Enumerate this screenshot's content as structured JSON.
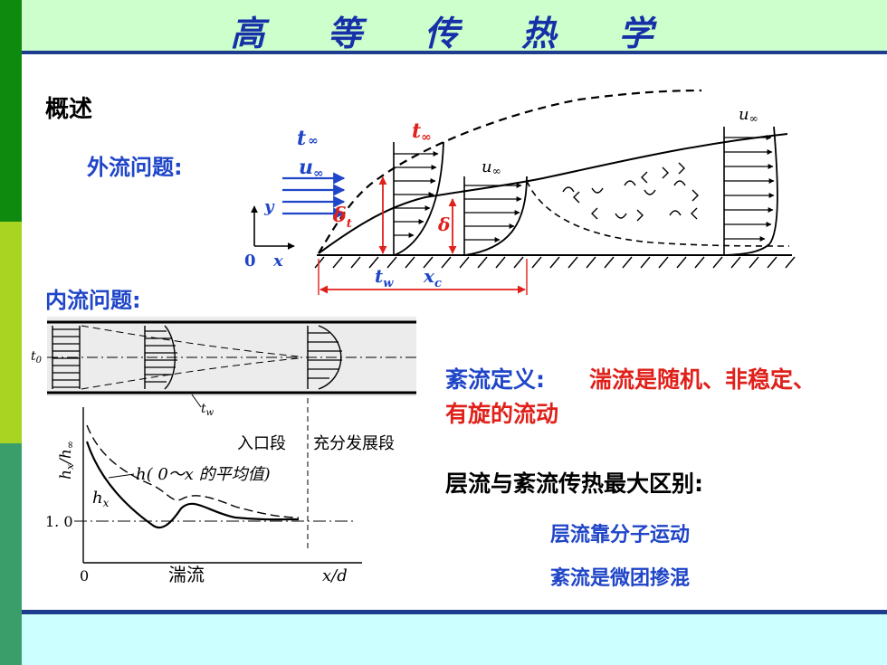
{
  "slide": {
    "title": "高 等 传 热 学",
    "overview_heading": "概述",
    "external_flow_label": "外流问题:",
    "internal_flow_label": "内流问题:",
    "turbulence_definition_label": "紊流定义:",
    "turbulence_definition_text": "湍流是随机、非稳定、",
    "turbulence_definition_text2": "有旋的流动",
    "difference_heading": "层流与紊流传热最大区别:",
    "laminar_note": "层流靠分子运动",
    "turbulent_note": "紊流是微团掺混"
  },
  "external_diagram": {
    "t_inf_left": "t",
    "inf_sub": "∞",
    "u_inf_left": "u",
    "t_inf_profile": "t",
    "u_inf_profile": "u",
    "u_inf_right": "u",
    "delta_t": "δ",
    "delta_t_sub": "t",
    "delta": "δ",
    "t_w": "t",
    "w_sub": "w",
    "x_c": "x",
    "c_sub": "c",
    "axis_y": "y",
    "axis_x": "x",
    "origin": "0"
  },
  "internal_diagram": {
    "t0": "t",
    "t0_sub": "0",
    "tw": "t",
    "tw_sub": "w",
    "entry_section": "入口段",
    "developed_section": "充分发展段",
    "ylabel": "h",
    "ylabel_sub_x": "x",
    "ylabel_slash": "/h",
    "ylabel_sub_inf": "∞",
    "avg_label": "h( 0～x 的平均值)",
    "hx_label": "h",
    "hx_sub": "x",
    "tick_one": "1. 0",
    "origin": "0",
    "turbulent": "湍流",
    "xlabel": "x/d"
  },
  "colors": {
    "title": "#1630a8",
    "blue_text": "#1f45c8",
    "red_text": "#e0201a",
    "sidebar_dark": "#118a11",
    "sidebar_light": "#a8d424",
    "sidebar_mid": "#3aa068"
  }
}
